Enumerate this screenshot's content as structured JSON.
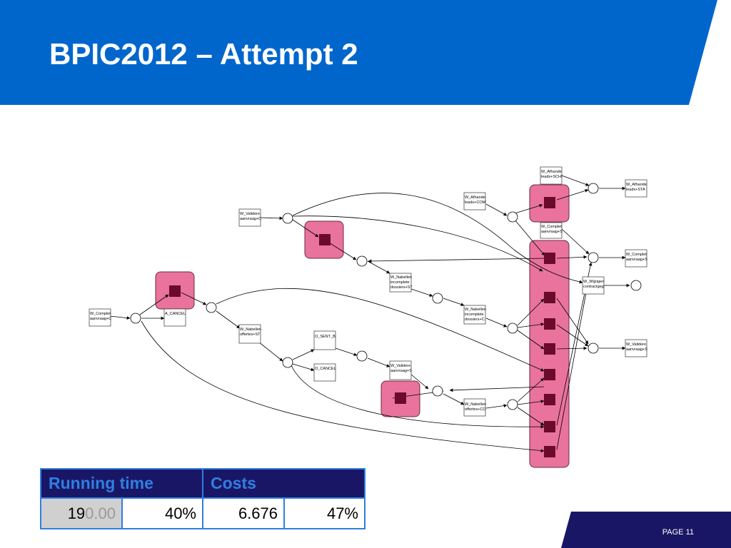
{
  "slide": {
    "title": "BPIC2012 – Attempt 2",
    "page_label": "PAGE 11",
    "colors": {
      "banner": "#0066cc",
      "highlight": "#e9739c",
      "table_header": "#1a1666",
      "table_header_text": "#2f7fe0",
      "footer": "#1a1666"
    }
  },
  "diagram": {
    "transitions": {
      "w_compleet_left": [
        "W_Complet",
        "aanvraag+C"
      ],
      "a_cancel": [
        "A_CANCEL"
      ],
      "w_valideren_top": [
        "W_Validere",
        "aanvraag+C"
      ],
      "w_nabellen_offertes_mid": [
        "W_Nabellen",
        "offertes+ST"
      ],
      "o_sent": [
        "O_SENT_B"
      ],
      "o_cancel": [
        "O_CANCEL"
      ],
      "w_nabellen_incomplete_1": [
        "W_Nabellen",
        "incomplete",
        "dossiers+ST"
      ],
      "w_nabellen_incomplete_2": [
        "W_Nabellen",
        "incomplete",
        "dossiers+C"
      ],
      "w_valideren_mid": [
        "W_Validere",
        "aanvraag+S"
      ],
      "w_nabellen_offertes_bottom": [
        "W_Nabellen",
        "offertes+CO"
      ],
      "w_afhandelen_com": [
        "W_Afhande",
        "leads+COM"
      ],
      "w_afhandelen_sch": [
        "W_Afhande",
        "leads+SCHI"
      ],
      "w_compleet_right_in": [
        "W_Complet",
        "aanvraag+S"
      ],
      "w_wijzigen": [
        "W_Wijzigen",
        "contractgeg"
      ],
      "w_afhandelen_sta": [
        "W_Afhande",
        "leads+STA"
      ],
      "w_compleet_far_right": [
        "W_Complet",
        "aanvraag+S"
      ],
      "w_valideren_right": [
        "W_Validere",
        "aanvraag+S"
      ]
    }
  },
  "results_table": {
    "headers": [
      "Running time",
      "Costs"
    ],
    "row": {
      "running_main": "19",
      "running_dim": "0.00",
      "running_pct": "40%",
      "costs_value": "6.676",
      "costs_pct": "47%"
    }
  }
}
